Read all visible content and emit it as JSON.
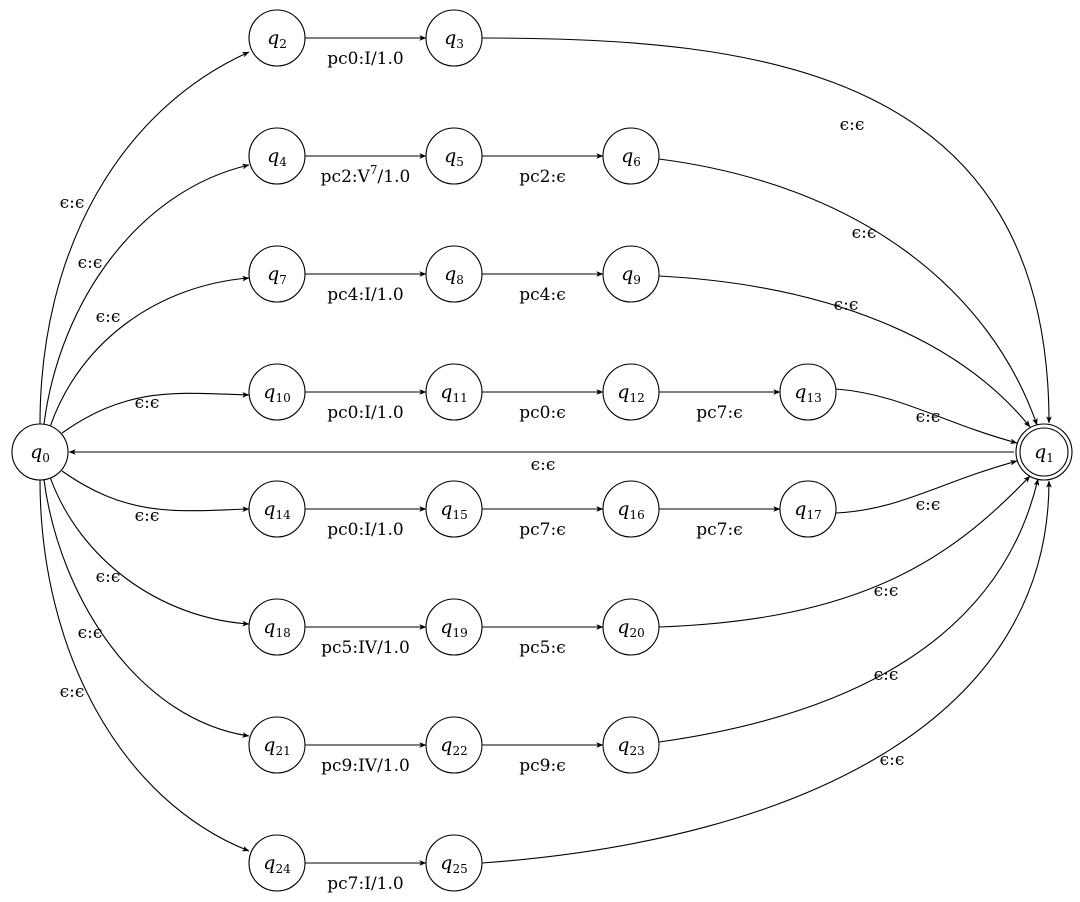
{
  "states": [
    {
      "id": "q0",
      "sub": "0"
    },
    {
      "id": "q1",
      "sub": "1",
      "accepting": true
    },
    {
      "id": "q2",
      "sub": "2"
    },
    {
      "id": "q3",
      "sub": "3"
    },
    {
      "id": "q4",
      "sub": "4"
    },
    {
      "id": "q5",
      "sub": "5"
    },
    {
      "id": "q6",
      "sub": "6"
    },
    {
      "id": "q7",
      "sub": "7"
    },
    {
      "id": "q8",
      "sub": "8"
    },
    {
      "id": "q9",
      "sub": "9"
    },
    {
      "id": "q10",
      "sub": "10"
    },
    {
      "id": "q11",
      "sub": "11"
    },
    {
      "id": "q12",
      "sub": "12"
    },
    {
      "id": "q13",
      "sub": "13"
    },
    {
      "id": "q14",
      "sub": "14"
    },
    {
      "id": "q15",
      "sub": "15"
    },
    {
      "id": "q16",
      "sub": "16"
    },
    {
      "id": "q17",
      "sub": "17"
    },
    {
      "id": "q18",
      "sub": "18"
    },
    {
      "id": "q19",
      "sub": "19"
    },
    {
      "id": "q20",
      "sub": "20"
    },
    {
      "id": "q21",
      "sub": "21"
    },
    {
      "id": "q22",
      "sub": "22"
    },
    {
      "id": "q23",
      "sub": "23"
    },
    {
      "id": "q24",
      "sub": "24"
    },
    {
      "id": "q25",
      "sub": "25"
    }
  ],
  "transitions": [
    {
      "from": "q0",
      "to": "q2",
      "label": "ϵ:ϵ"
    },
    {
      "from": "q0",
      "to": "q4",
      "label": "ϵ:ϵ"
    },
    {
      "from": "q0",
      "to": "q7",
      "label": "ϵ:ϵ"
    },
    {
      "from": "q0",
      "to": "q10",
      "label": "ϵ:ϵ"
    },
    {
      "from": "q0",
      "to": "q14",
      "label": "ϵ:ϵ"
    },
    {
      "from": "q0",
      "to": "q18",
      "label": "ϵ:ϵ"
    },
    {
      "from": "q0",
      "to": "q21",
      "label": "ϵ:ϵ"
    },
    {
      "from": "q0",
      "to": "q24",
      "label": "ϵ:ϵ"
    },
    {
      "from": "q2",
      "to": "q3",
      "label": "pc0:I/1.0"
    },
    {
      "from": "q4",
      "to": "q5",
      "label": "pc2:V",
      "sup": "7",
      "label_after": "/1.0"
    },
    {
      "from": "q5",
      "to": "q6",
      "label": "pc2:ϵ"
    },
    {
      "from": "q7",
      "to": "q8",
      "label": "pc4:I/1.0"
    },
    {
      "from": "q8",
      "to": "q9",
      "label": "pc4:ϵ"
    },
    {
      "from": "q10",
      "to": "q11",
      "label": "pc0:I/1.0"
    },
    {
      "from": "q11",
      "to": "q12",
      "label": "pc0:ϵ"
    },
    {
      "from": "q12",
      "to": "q13",
      "label": "pc7:ϵ"
    },
    {
      "from": "q14",
      "to": "q15",
      "label": "pc0:I/1.0"
    },
    {
      "from": "q15",
      "to": "q16",
      "label": "pc7:ϵ"
    },
    {
      "from": "q16",
      "to": "q17",
      "label": "pc7:ϵ"
    },
    {
      "from": "q18",
      "to": "q19",
      "label": "pc5:IV/1.0"
    },
    {
      "from": "q19",
      "to": "q20",
      "label": "pc5:ϵ"
    },
    {
      "from": "q21",
      "to": "q22",
      "label": "pc9:IV/1.0"
    },
    {
      "from": "q22",
      "to": "q23",
      "label": "pc9:ϵ"
    },
    {
      "from": "q24",
      "to": "q25",
      "label": "pc7:I/1.0"
    },
    {
      "from": "q3",
      "to": "q1",
      "label": "ϵ:ϵ"
    },
    {
      "from": "q6",
      "to": "q1",
      "label": "ϵ:ϵ"
    },
    {
      "from": "q9",
      "to": "q1",
      "label": "ϵ:ϵ"
    },
    {
      "from": "q13",
      "to": "q1",
      "label": "ϵ:ϵ"
    },
    {
      "from": "q17",
      "to": "q1",
      "label": "ϵ:ϵ"
    },
    {
      "from": "q20",
      "to": "q1",
      "label": "ϵ:ϵ"
    },
    {
      "from": "q23",
      "to": "q1",
      "label": "ϵ:ϵ"
    },
    {
      "from": "q25",
      "to": "q1",
      "label": "ϵ:ϵ"
    },
    {
      "from": "q1",
      "to": "q0",
      "label": "ϵ:ϵ"
    }
  ]
}
